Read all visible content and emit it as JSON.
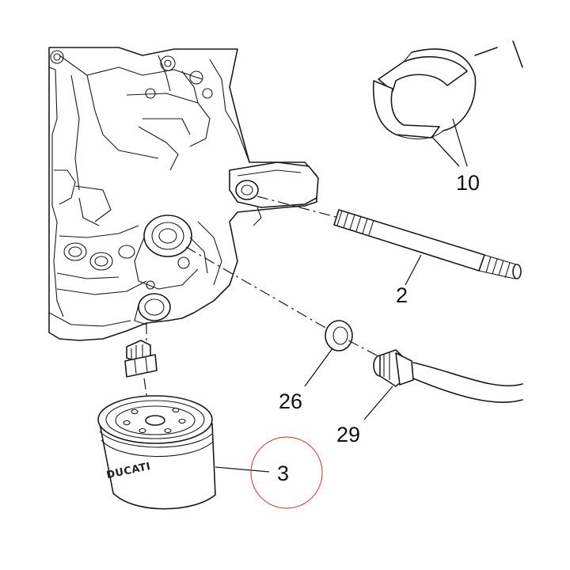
{
  "diagram": {
    "callouts": {
      "c10": "10",
      "c2": "2",
      "c26": "26",
      "c29": "29",
      "c3": "3"
    },
    "brand_text": "DUCATI",
    "highlight_color": "#c0392b"
  }
}
